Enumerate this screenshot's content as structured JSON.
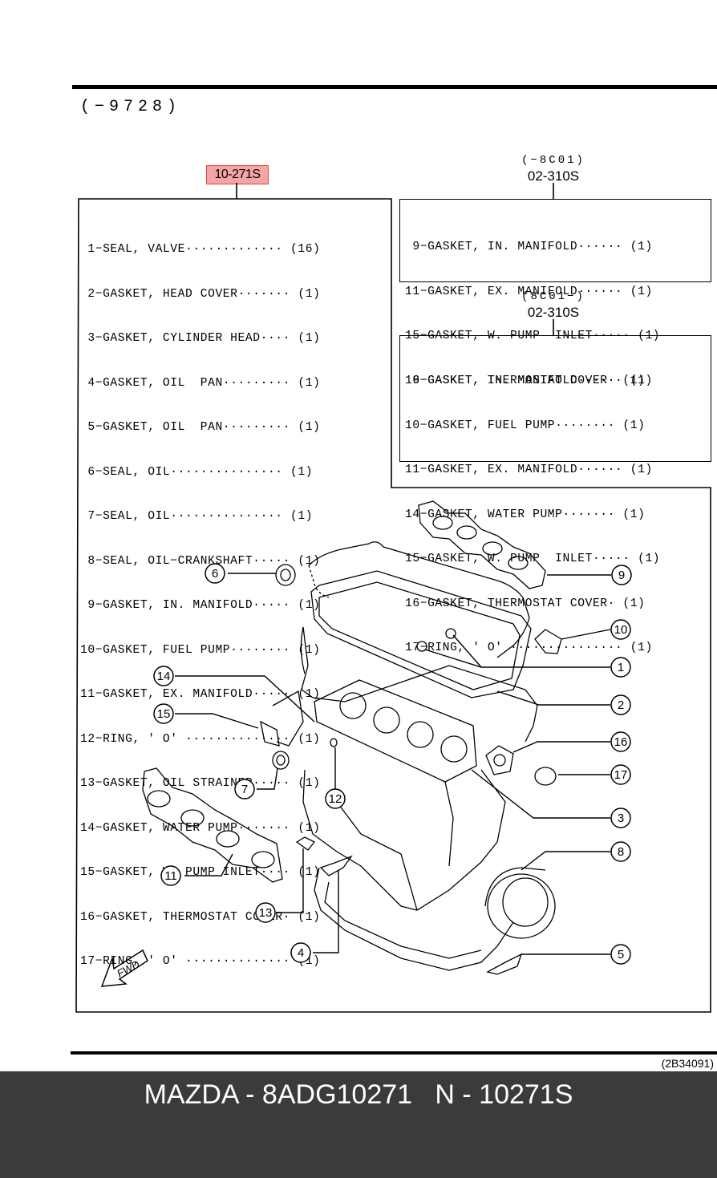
{
  "header": {
    "range": "(−9728)",
    "main_ref": "10-271S"
  },
  "kit_a": {
    "range": "(−8C01)",
    "ref": "02-310S",
    "lines": [
      " 9−GASKET, IN. MANIFOLD······ (1)",
      "11−GASKET, EX. MANIFOLD······ (1)",
      "15−GASKET, W. PUMP  INLET····· (1)",
      "16−GASKET, THERMOSTAT COVER· (1)"
    ]
  },
  "kit_b": {
    "range": "(8C01−)",
    "ref": "02-310S",
    "lines": [
      " 9−GASKET, IN. MANIFOLD······ (1)",
      "10−GASKET, FUEL PUMP········ (1)",
      "11−GASKET, EX. MANIFOLD······ (1)",
      "14−GASKET, WATER PUMP······· (1)",
      "15−GASKET, W. PUMP  INLET····· (1)",
      "16−GASKET, THERMOSTAT COVER· (1)",
      "17−RING, ' O' ··············· (1)"
    ]
  },
  "main_list": [
    " 1−SEAL, VALVE············· (16)",
    " 2−GASKET, HEAD COVER······· (1)",
    " 3−GASKET, CYLINDER HEAD···· (1)",
    " 4−GASKET, OIL  PAN········· (1)",
    " 5−GASKET, OIL  PAN········· (1)",
    " 6−SEAL, OIL··············· (1)",
    " 7−SEAL, OIL··············· (1)",
    " 8−SEAL, OIL−CRANKSHAFT····· (1)",
    " 9−GASKET, IN. MANIFOLD····· (1)",
    "10−GASKET, FUEL PUMP········ (1)",
    "11−GASKET, EX. MANIFOLD····· (1)",
    "12−RING, ' O' ·············· (1)",
    "13−GASKET, OIL STRAINER····· (1)",
    "14−GASKET, WATER PUMP······· (1)",
    "15−GASKET, W. PUMP INLET···· (1)",
    "16−GASKET, THERMOSTAT COVER· (1)",
    "17−RING, ' O' ·············· (1)"
  ],
  "callouts": [
    "1",
    "2",
    "3",
    "4",
    "5",
    "6",
    "7",
    "8",
    "9",
    "10",
    "11",
    "12",
    "13",
    "14",
    "15",
    "16",
    "17"
  ],
  "fwd_label": "FWD",
  "diagram_code": "(2B34091)",
  "footer": {
    "text": "MAZDA - 8ADG10271   N - 10271S"
  }
}
